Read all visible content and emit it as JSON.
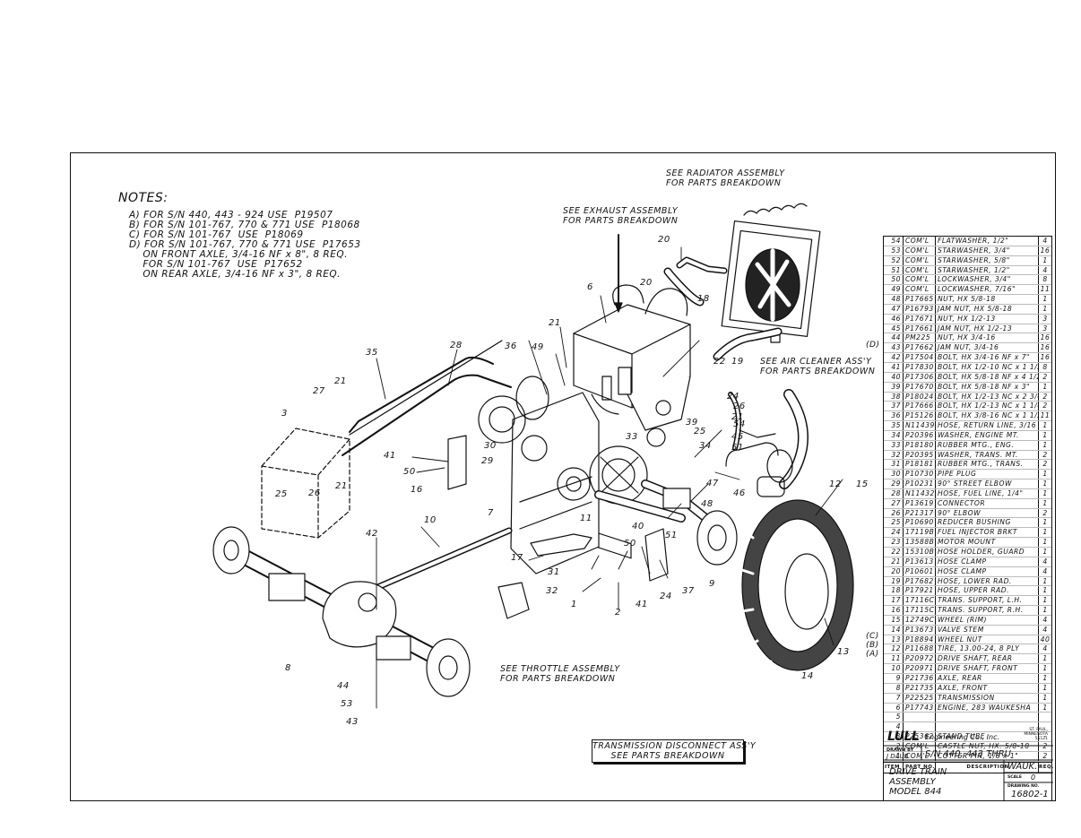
{
  "notes": {
    "title": "NOTES:",
    "lines": [
      "A) FOR S/N 440, 443 - 924 USE  P19507",
      "B) FOR S/N 101-767, 770 & 771 USE  P18068",
      "C) FOR S/N 101-767  USE  P18069",
      "D) FOR S/N 101-767, 770 & 771 USE  P17653",
      "    ON FRONT AXLE, 3/4-16 NF x 8\", 8 REQ.",
      "    FOR S/N 101-767  USE  P17652",
      "    ON REAR AXLE, 3/4-16 NF x 3\", 8 REQ."
    ]
  },
  "callouts": {
    "radiator": "SEE RADIATOR ASSEMBLY\nFOR PARTS BREAKDOWN",
    "exhaust": "SEE EXHAUST ASSEMBLY\nFOR PARTS BREAKDOWN",
    "air_cleaner": "SEE AIR CLEANER ASS'Y\nFOR PARTS BREAKDOWN",
    "throttle": "SEE THROTTLE ASSEMBLY\nFOR PARTS BREAKDOWN",
    "trans_disconnect": "TRANSMISSION DISCONNECT ASS'Y\nSEE PARTS BREAKDOWN"
  },
  "item_numbers": [
    "20",
    "18",
    "20",
    "6",
    "21",
    "22",
    "19",
    "28",
    "36",
    "49",
    "35",
    "21",
    "27",
    "3",
    "26",
    "24",
    "39",
    "33",
    "25",
    "21",
    "41",
    "50",
    "16",
    "30",
    "29",
    "25",
    "26",
    "21",
    "54",
    "45",
    "51",
    "34",
    "47",
    "46",
    "48",
    "12",
    "15",
    "10",
    "42",
    "7",
    "11",
    "17",
    "40",
    "50",
    "31",
    "32",
    "1",
    "2",
    "41",
    "24",
    "37",
    "9",
    "51",
    "13",
    "14",
    "8",
    "44",
    "53",
    "43"
  ],
  "parts_list": {
    "headers": [
      "ITEM",
      "PART NO.",
      "DESCRIPTION",
      "REQ."
    ],
    "rows": [
      [
        "54",
        "COM'L",
        "FLATWASHER, 1/2\"",
        "4"
      ],
      [
        "53",
        "COM'L",
        "STARWASHER, 3/4\"",
        "16"
      ],
      [
        "52",
        "COM'L",
        "STARWASHER, 5/8\"",
        "1"
      ],
      [
        "51",
        "COM'L",
        "STARWASHER, 1/2\"",
        "4"
      ],
      [
        "50",
        "COM'L",
        "LOCKWASHER, 3/4\"",
        "8"
      ],
      [
        "49",
        "COM'L",
        "LOCKWASHER, 7/16\"",
        "11"
      ],
      [
        "48",
        "P17665",
        "NUT, HX 5/8-18",
        "1"
      ],
      [
        "47",
        "P16793",
        "JAM NUT, HX 5/8-18",
        "1"
      ],
      [
        "46",
        "P17671",
        "NUT, HX 1/2-13",
        "3"
      ],
      [
        "45",
        "P17661",
        "JAM NUT, HX 1/2-13",
        "3"
      ],
      [
        "44",
        "PM225",
        "NUT, HX 3/4-16",
        "16"
      ],
      [
        "43",
        "P17662",
        "JAM NUT, 3/4-16",
        "16"
      ],
      [
        "42",
        "P17504",
        "BOLT, HX 3/4-16 NF x 7\"",
        "16"
      ],
      [
        "41",
        "P17830",
        "BOLT, HX 1/2-10 NC x 1 1/2",
        "8"
      ],
      [
        "40",
        "P17306",
        "BOLT, HX 5/8-18 NF x 4 1/2",
        "2"
      ],
      [
        "39",
        "P17670",
        "BOLT, HX 5/8-18 NF x 3\"",
        "1"
      ],
      [
        "38",
        "P18024",
        "BOLT, HX 1/2-13 NC x 2 3/4",
        "2"
      ],
      [
        "37",
        "P17666",
        "BOLT, HX 1/2-13 NC x 1 1/4",
        "2"
      ],
      [
        "36",
        "P15126",
        "BOLT, HX 3/8-16 NC x 1 1/2",
        "11"
      ],
      [
        "35",
        "N11439",
        "HOSE, RETURN LINE, 3/16",
        "1"
      ],
      [
        "34",
        "P20396",
        "WASHER, ENGINE MT.",
        "1"
      ],
      [
        "33",
        "P18180",
        "RUBBER MTG., ENG.",
        "1"
      ],
      [
        "32",
        "P20395",
        "WASHER, TRANS. MT.",
        "2"
      ],
      [
        "31",
        "P18181",
        "RUBBER MTG., TRANS.",
        "2"
      ],
      [
        "30",
        "P10730",
        "PIPE PLUG",
        "1"
      ],
      [
        "29",
        "P10231",
        "90° STREET ELBOW",
        "1"
      ],
      [
        "28",
        "N11432",
        "HOSE, FUEL LINE, 1/4\"",
        "1"
      ],
      [
        "27",
        "P13619",
        "CONNECTOR",
        "1"
      ],
      [
        "26",
        "P21317",
        "90° ELBOW",
        "2"
      ],
      [
        "25",
        "P10690",
        "REDUCER BUSHING",
        "1"
      ],
      [
        "24",
        "17119B",
        "FUEL INJECTOR BRKT",
        "1"
      ],
      [
        "23",
        "13588B",
        "MOTOR MOUNT",
        "1"
      ],
      [
        "22",
        "15310B",
        "HOSE HOLDER, GUARD",
        "1"
      ],
      [
        "21",
        "P13613",
        "HOSE CLAMP",
        "4"
      ],
      [
        "20",
        "P10601",
        "HOSE CLAMP",
        "4"
      ],
      [
        "19",
        "P17682",
        "HOSE, LOWER RAD.",
        "1"
      ],
      [
        "18",
        "P17921",
        "HOSE, UPPER RAD.",
        "1"
      ],
      [
        "17",
        "17116C",
        "TRANS. SUPPORT, L.H.",
        "1"
      ],
      [
        "16",
        "17115C",
        "TRANS. SUPPORT, R.H.",
        "1"
      ],
      [
        "15",
        "12749C",
        "WHEEL (RIM)",
        "4"
      ],
      [
        "14",
        "P13673",
        "VALVE STEM",
        "4"
      ],
      [
        "13",
        "P18894",
        "WHEEL NUT",
        "40"
      ],
      [
        "12",
        "P11688",
        "TIRE, 13.00-24, 8 PLY",
        "4"
      ],
      [
        "11",
        "P20972",
        "DRIVE SHAFT, REAR",
        "1"
      ],
      [
        "10",
        "P20971",
        "DRIVE SHAFT, FRONT",
        "1"
      ],
      [
        "9",
        "P21736",
        "AXLE, REAR",
        "1"
      ],
      [
        "8",
        "P21735",
        "AXLE, FRONT",
        "1"
      ],
      [
        "7",
        "P22525",
        "TRANSMISSION",
        "1"
      ],
      [
        "6",
        "P17743",
        "ENGINE, 283 WAUKESHA",
        "1"
      ],
      [
        "5",
        "",
        "",
        ""
      ],
      [
        "4",
        "",
        "",
        ""
      ],
      [
        "3",
        "P25362",
        "STAND TUBE",
        "-"
      ],
      [
        "2",
        "COM'L",
        "CASTLE NUT, HX. 5/8-18",
        "2"
      ],
      [
        "1",
        "COM'L",
        "COTTER PIN, 1/8 x 1\"",
        "2"
      ]
    ],
    "markers": [
      {
        "label": "(D)",
        "row": 12
      },
      {
        "label": "(C)",
        "row": 45
      },
      {
        "label": "(B)",
        "row": 46
      },
      {
        "label": "(A)",
        "row": 47
      }
    ]
  },
  "title_block": {
    "logo": "LULL",
    "company": "Engineering Co., Inc.",
    "city": "ST. PAUL,\nMINNESOTA\n55121",
    "drawn_by_label": "DRAWN BY",
    "drawn_by": "J DAUB",
    "serial": "S/N 440, 443 THRU",
    "title": "DRIVE TRAIN\nASSEMBLY\nMODEL 844",
    "engine": "WAUK.",
    "scale_label": "SCALE",
    "scale": "0",
    "drawing_no_label": "DRAWING NO.",
    "drawing_no": "16802-1"
  }
}
